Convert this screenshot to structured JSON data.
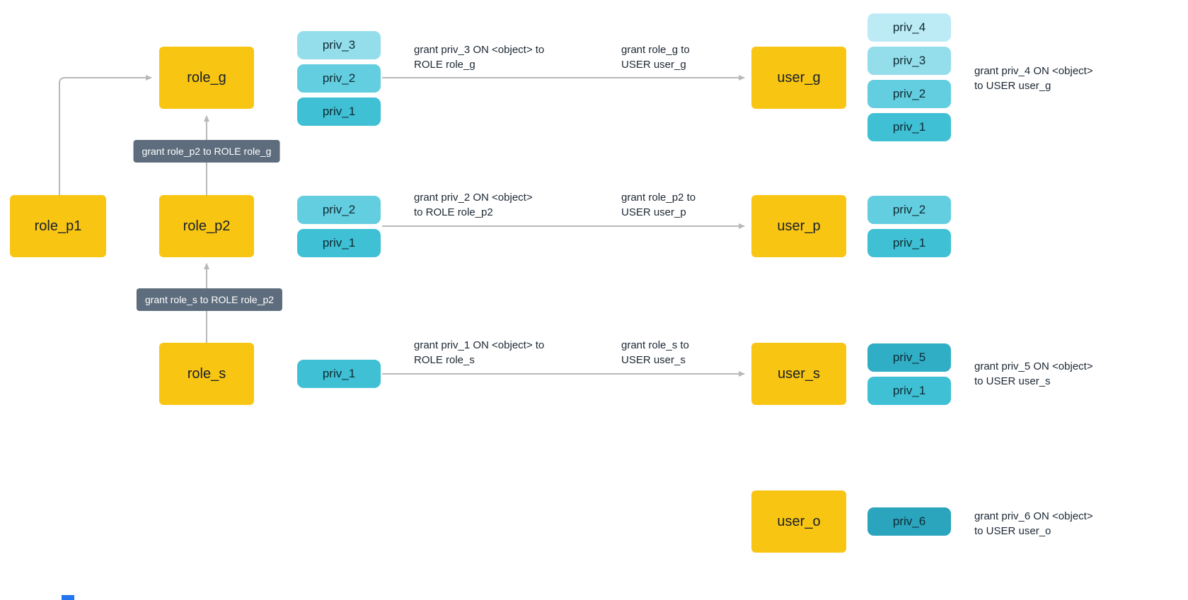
{
  "nodes": {
    "role_p1": "role_p1",
    "role_g": "role_g",
    "role_p2": "role_p2",
    "role_s": "role_s",
    "user_g": "user_g",
    "user_p": "user_p",
    "user_s": "user_s",
    "user_o": "user_o"
  },
  "priv_stacks": {
    "role_g": [
      "priv_3",
      "priv_2",
      "priv_1"
    ],
    "role_p2": [
      "priv_2",
      "priv_1"
    ],
    "role_s": [
      "priv_1"
    ],
    "user_g": [
      "priv_4",
      "priv_3",
      "priv_2",
      "priv_1"
    ],
    "user_p": [
      "priv_2",
      "priv_1"
    ],
    "user_s": [
      "priv_5",
      "priv_1"
    ],
    "user_o": [
      "priv_6"
    ]
  },
  "grant_labels": {
    "role_p2_to_role_g": "grant role_p2 to ROLE role_g",
    "role_s_to_role_p2": "grant role_s to ROLE role_p2"
  },
  "annotations": {
    "priv3_role_g": {
      "line1": "grant priv_3 ON <object> to",
      "line2": "ROLE role_g"
    },
    "role_g_user_g": {
      "line1": "grant role_g to",
      "line2": "USER user_g"
    },
    "priv2_role_p2": {
      "line1": "grant priv_2 ON <object>",
      "line2": "to ROLE role_p2"
    },
    "role_p2_user_p": {
      "line1": "grant role_p2 to",
      "line2": "USER user_p"
    },
    "priv1_role_s": {
      "line1": "grant priv_1 ON <object> to",
      "line2": "ROLE role_s"
    },
    "role_s_user_s": {
      "line1": "grant role_s to",
      "line2": "USER user_s"
    },
    "priv4_user_g": {
      "line1": "grant priv_4 ON <object>",
      "line2": "to USER user_g"
    },
    "priv5_user_s": {
      "line1": "grant priv_5 ON <object>",
      "line2": "to USER user_s"
    },
    "priv6_user_o": {
      "line1": "grant priv_6 ON <object>",
      "line2": "to USER user_o"
    }
  },
  "colors": {
    "node": "#F9C513",
    "priv1": "#3FC0D4",
    "priv2": "#63CEDF",
    "priv3": "#94DEEC",
    "priv4": "#BCEBF5",
    "priv5": "#2FAEC6",
    "pri6_placeholder": "#000000",
    "priv6": "#2BA4BD",
    "label": "#5E6D7D",
    "arrow": "#B6B9BC",
    "blue": "#2276F0"
  }
}
